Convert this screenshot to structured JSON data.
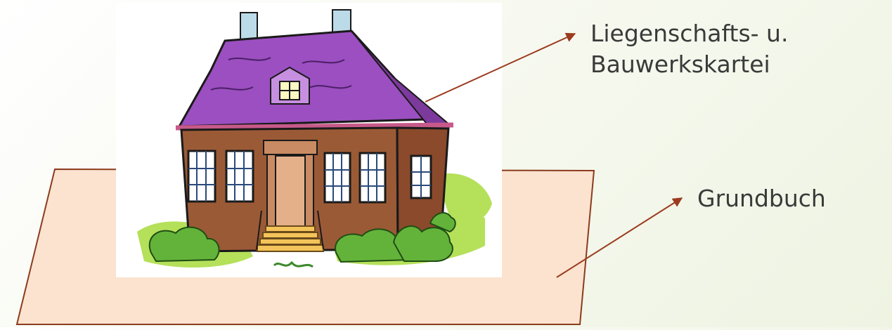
{
  "labels": {
    "building_register_line1": "Liegenschafts- u.",
    "building_register_line2": "Bauwerkskartei",
    "land_register": "Grundbuch"
  },
  "colors": {
    "parcel_fill": "#fbe3cf",
    "parcel_stroke": "#8c3b1e",
    "arrow": "#9b3b1f",
    "roof": "#9b4fc0",
    "walls": "#9b5a36",
    "door": "#e4b08a",
    "shrubs": "#63b33a",
    "lawn": "#b5e05a",
    "text": "#3a3a3a"
  },
  "icons": {
    "house": "house-illustration",
    "arrow_head": "triangle-arrowhead"
  }
}
